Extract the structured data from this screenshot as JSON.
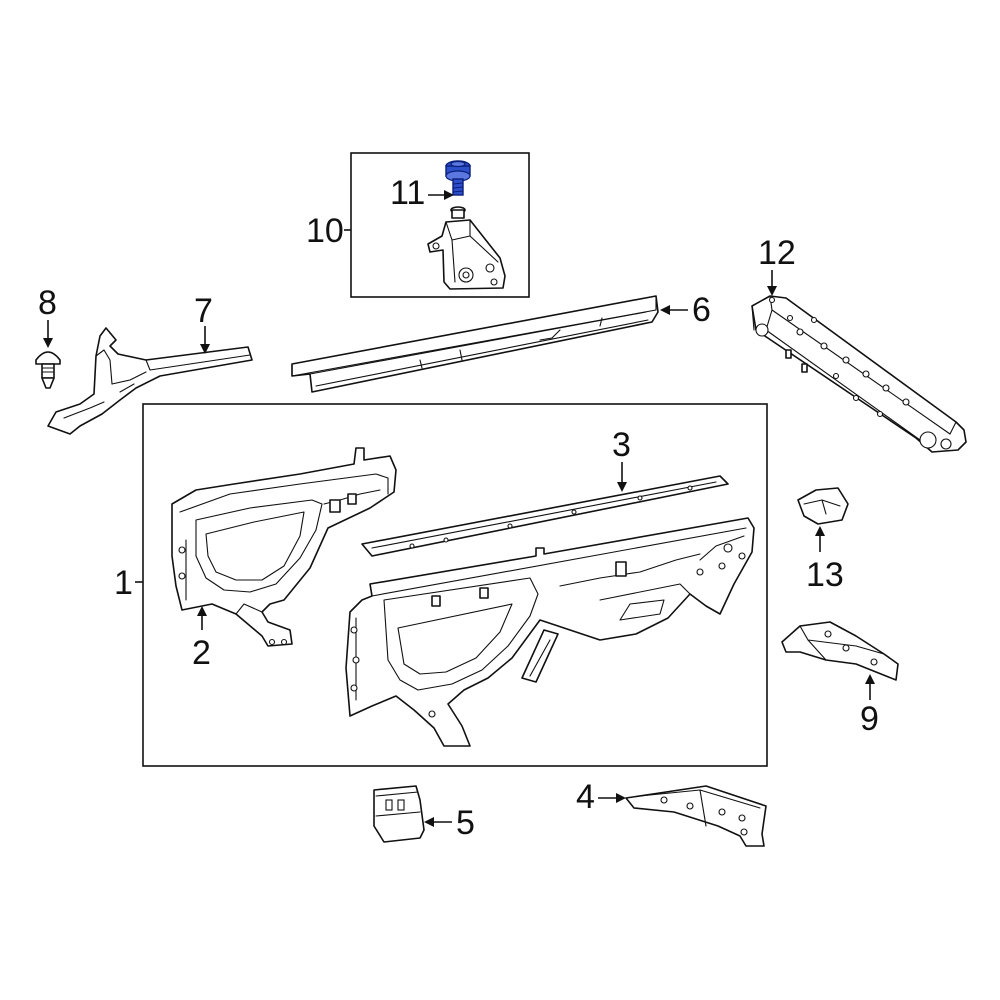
{
  "diagram": {
    "callouts": [
      "1",
      "2",
      "3",
      "4",
      "5",
      "6",
      "7",
      "8",
      "9",
      "10",
      "11",
      "12",
      "13"
    ],
    "highlight_color": "#2d4fc9",
    "line_color": "#111111",
    "background": "#ffffff"
  }
}
